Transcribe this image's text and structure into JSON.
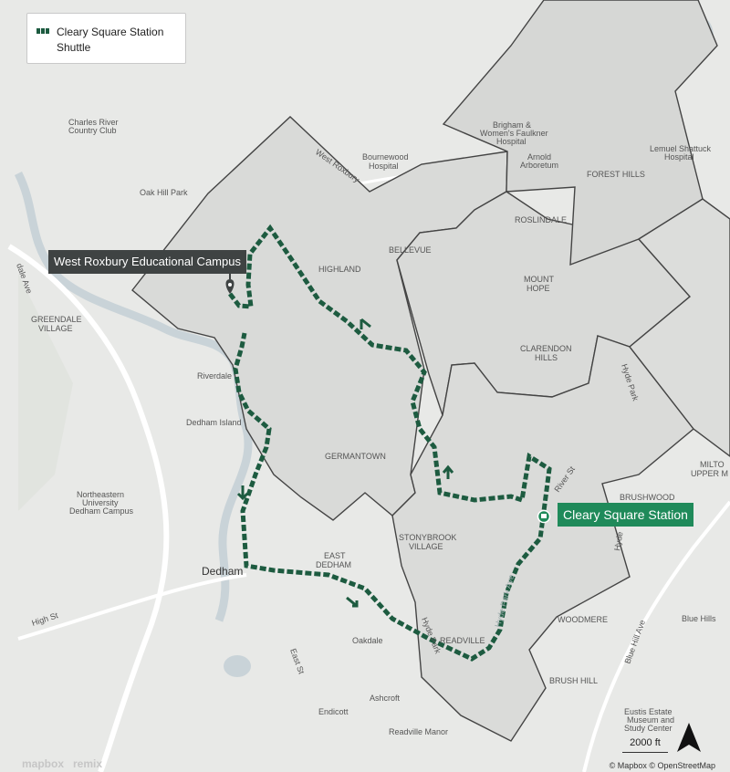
{
  "legend": {
    "route_name_line1": "Cleary Square Station",
    "route_name_line2": "Shuttle",
    "route_color": "#1d5b40"
  },
  "callouts": {
    "campus": "West Roxbury Educational Campus",
    "station": "Cleary Square Station",
    "campus_color": "#3f4343",
    "station_color": "#1f8a5a"
  },
  "labels": {
    "charles_river": "Charles River",
    "country_club": "Country Club",
    "oak_hill_park": "Oak Hill Park",
    "greendale": "GREENDALE",
    "village": "VILLAGE",
    "bournewood": "Bournewood",
    "hospital": "Hospital",
    "west_roxbury": "West Roxbury",
    "brigham_1": "Brigham &",
    "brigham_2": "Women's Faulkner",
    "brigham_3": "Hospital",
    "arnold_1": "Arnold",
    "arnold_2": "Arboretum",
    "lemuel_1": "Lemuel Shattuck",
    "lemuel_2": "Hospital",
    "forest_hills": "FOREST HILLS",
    "roslindale": "ROSLINDALE",
    "bellevue": "BELLEVUE",
    "highland": "HIGHLAND",
    "mount": "MOUNT",
    "hope": "HOPE",
    "clarendon": "CLARENDON",
    "hills": "HILLS",
    "riverdale": "Riverdale",
    "dedham_island": "Dedham Island",
    "germantown": "GERMANTOWN",
    "northeastern_1": "Northeastern",
    "northeastern_2": "University",
    "northeastern_3": "Dedham Campus",
    "east": "EAST",
    "dedham_caps": "DEDHAM",
    "stonybrook": "STONYBROOK",
    "village2": "VILLAGE",
    "dedham": "Dedham",
    "high_st": "High St",
    "oakdale": "Oakdale",
    "readville": "READVILLE",
    "woodmere": "WOODMERE",
    "brushwood": "BRUSHWOOD",
    "milton": "MILTO",
    "upper_m": "UPPER M",
    "blue_hills": "Blue Hills",
    "blue_hill_ave": "Blue Hill Ave",
    "hyde_park": "Hyde Park",
    "river_st": "River St",
    "brush_hill": "BRUSH HILL",
    "eustis_1": "Eustis Estate",
    "eustis_2": "Museum and",
    "eustis_3": "Study Center",
    "ashcroft": "Ashcroft",
    "endicott": "Endicott",
    "readville_manor": "Readville Manor",
    "east_st": "East St",
    "hyde": "Hyde",
    "hyde_park_ave": "Hyde Park Ave",
    "dale_ave": "dale Ave"
  },
  "scale": {
    "label": "2000 ft"
  },
  "attribution": "© Mapbox © OpenStreetMap",
  "brand": {
    "mapbox": "mapbox",
    "remix": "remix"
  }
}
